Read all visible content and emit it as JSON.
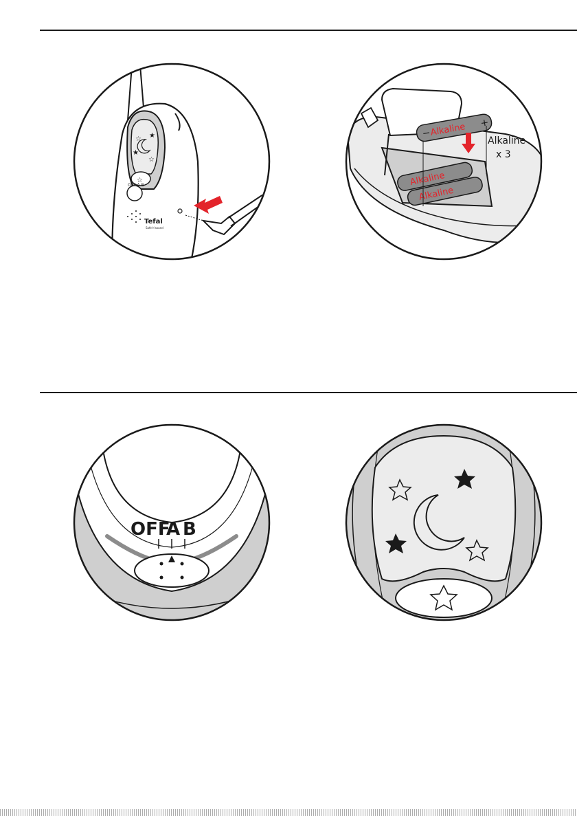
{
  "panels": [
    {
      "id": "adapter",
      "brand": "Tefal",
      "sub": "Safe'n'sound"
    },
    {
      "id": "batteries",
      "battery_label": "Alkaline",
      "callout_line1": "Alkaline",
      "callout_line2": "x 3"
    },
    {
      "id": "switch",
      "labels": [
        "OFF",
        "A",
        "B"
      ]
    },
    {
      "id": "nightlight"
    }
  ],
  "colors": {
    "line": "#1a1a1a",
    "grey": "#cfcfcf",
    "darkgrey": "#8c8c8c",
    "red": "#e3242b",
    "light": "#ececec"
  }
}
